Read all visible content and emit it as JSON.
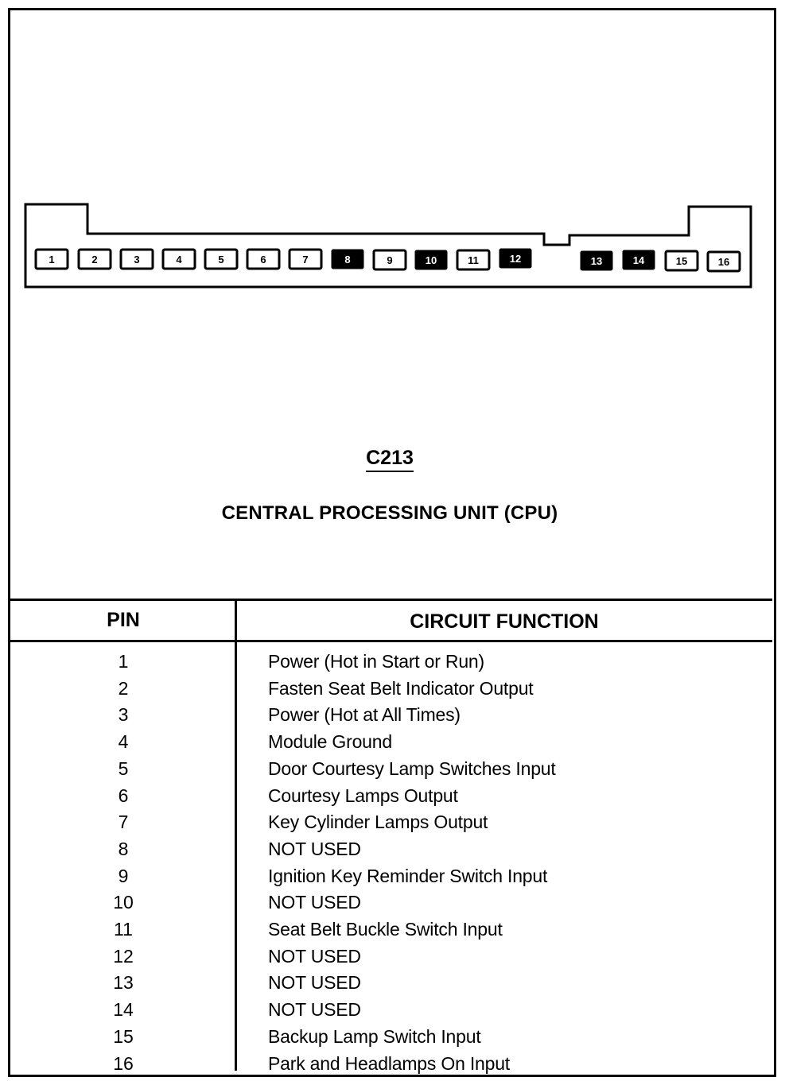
{
  "connector": {
    "id": "C213",
    "name": "CENTRAL PROCESSING UNIT (CPU)",
    "pins": [
      {
        "number": "1",
        "used": true
      },
      {
        "number": "2",
        "used": true
      },
      {
        "number": "3",
        "used": true
      },
      {
        "number": "4",
        "used": true
      },
      {
        "number": "5",
        "used": true
      },
      {
        "number": "6",
        "used": true
      },
      {
        "number": "7",
        "used": true
      },
      {
        "number": "8",
        "used": false
      },
      {
        "number": "9",
        "used": true
      },
      {
        "number": "10",
        "used": false
      },
      {
        "number": "11",
        "used": true
      },
      {
        "number": "12",
        "used": false
      },
      {
        "number": "13",
        "used": false
      },
      {
        "number": "14",
        "used": false
      },
      {
        "number": "15",
        "used": true
      },
      {
        "number": "16",
        "used": true
      }
    ]
  },
  "table": {
    "headers": {
      "pin": "PIN",
      "function": "CIRCUIT FUNCTION"
    },
    "rows": [
      {
        "pin": "1",
        "function": "Power (Hot in Start or Run)"
      },
      {
        "pin": "2",
        "function": "Fasten Seat Belt Indicator Output"
      },
      {
        "pin": "3",
        "function": "Power (Hot at All Times)"
      },
      {
        "pin": "4",
        "function": "Module Ground"
      },
      {
        "pin": "5",
        "function": "Door Courtesy Lamp Switches Input"
      },
      {
        "pin": "6",
        "function": "Courtesy Lamps Output"
      },
      {
        "pin": "7",
        "function": "Key Cylinder Lamps Output"
      },
      {
        "pin": "8",
        "function": "NOT USED"
      },
      {
        "pin": "9",
        "function": "Ignition Key Reminder Switch Input"
      },
      {
        "pin": "10",
        "function": "NOT USED"
      },
      {
        "pin": "11",
        "function": "Seat Belt Buckle Switch Input"
      },
      {
        "pin": "12",
        "function": "NOT USED"
      },
      {
        "pin": "13",
        "function": "NOT USED"
      },
      {
        "pin": "14",
        "function": "NOT USED"
      },
      {
        "pin": "15",
        "function": "Backup Lamp Switch Input"
      },
      {
        "pin": "16",
        "function": "Park and Headlamps On Input"
      }
    ]
  },
  "colors": {
    "ink": "#000000",
    "paper": "#ffffff"
  }
}
